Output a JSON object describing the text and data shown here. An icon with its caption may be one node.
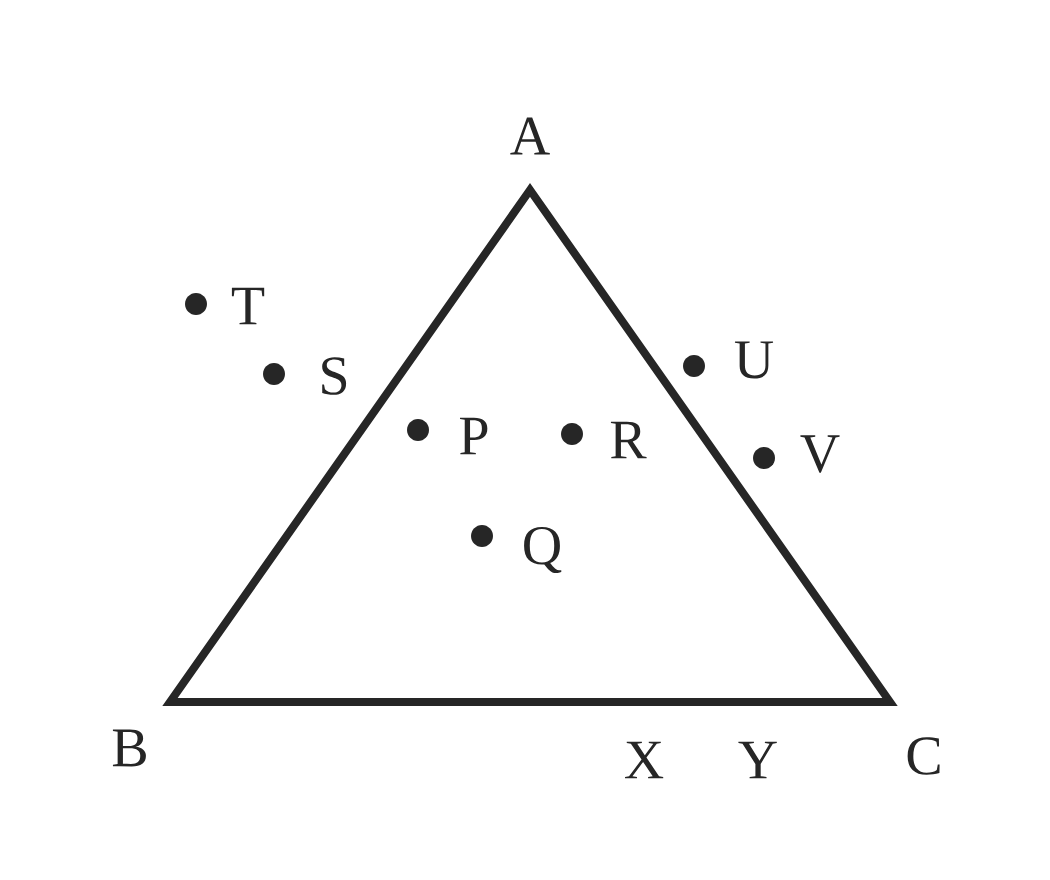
{
  "diagram": {
    "labels": [
      "A",
      "T",
      "U",
      "S",
      "P",
      "R",
      "V",
      "Q",
      "B",
      "X",
      "Y",
      "C"
    ]
  }
}
